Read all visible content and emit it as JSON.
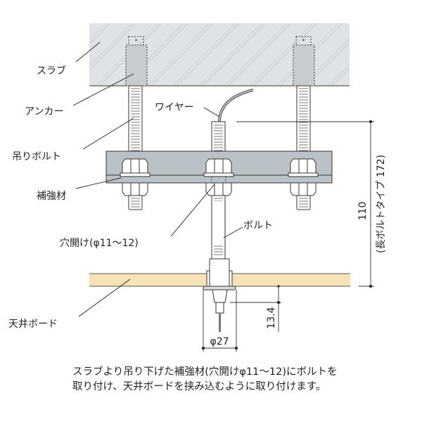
{
  "labels": {
    "slab": "スラブ",
    "anchor": "アンカー",
    "hanging_bolt": "吊りボルト",
    "reinforcement": "補強材",
    "hole": "穴開け(φ11〜12)",
    "wire": "ワイヤー",
    "bolt": "ボルト",
    "ceiling_board": "天井ボード"
  },
  "dimensions": {
    "height": "110",
    "long_bolt_note": "(長ボルトタイプ 172)",
    "protrusion": "13.4",
    "diameter": "φ27"
  },
  "caption": {
    "line1": "スラブより吊り下げた補強材(穴開けφ11〜12)にボルトを",
    "line2": "取り付け、天井ボードを挟み込むように取り付けます。"
  },
  "colors": {
    "slab": "#dfe3e6",
    "anchor": "#c9cccf",
    "plate": "#b8c2c7",
    "board": "#f6e4b6",
    "line": "#231f20"
  }
}
